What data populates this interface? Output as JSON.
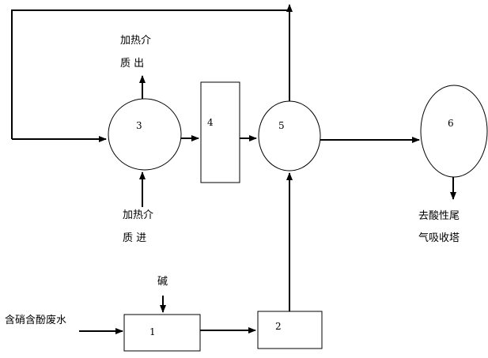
{
  "diagram": {
    "nodes": [
      {
        "id": "1",
        "label": "1",
        "shape": "rectangle"
      },
      {
        "id": "2",
        "label": "2",
        "shape": "rectangle"
      },
      {
        "id": "3",
        "label": "3",
        "shape": "circle"
      },
      {
        "id": "4",
        "label": "4",
        "shape": "rectangle"
      },
      {
        "id": "5",
        "label": "5",
        "shape": "circle"
      },
      {
        "id": "6",
        "label": "6",
        "shape": "circle"
      }
    ],
    "labels": {
      "heat_out_line1": "加热介",
      "heat_out_line2": "质  出",
      "heat_in_line1": "加热介",
      "heat_in_line2": "质  进",
      "alkali": "碱",
      "feed": "含硝含酚废水",
      "tail_gas_line1": "去酸性尾",
      "tail_gas_line2": "气吸收塔"
    },
    "edges": [
      {
        "from": "feed",
        "to": "1"
      },
      {
        "from": "alkali",
        "to": "1"
      },
      {
        "from": "1",
        "to": "2"
      },
      {
        "from": "2",
        "to": "5"
      },
      {
        "from": "5",
        "to": "3",
        "note": "recycle loop"
      },
      {
        "from": "3",
        "to": "4"
      },
      {
        "from": "4",
        "to": "5"
      },
      {
        "from": "5",
        "to": "6"
      },
      {
        "from": "6",
        "to": "tail_gas"
      },
      {
        "from": "heat_in",
        "to": "3"
      },
      {
        "from": "3",
        "to": "heat_out"
      }
    ],
    "line_color": "#000000"
  }
}
